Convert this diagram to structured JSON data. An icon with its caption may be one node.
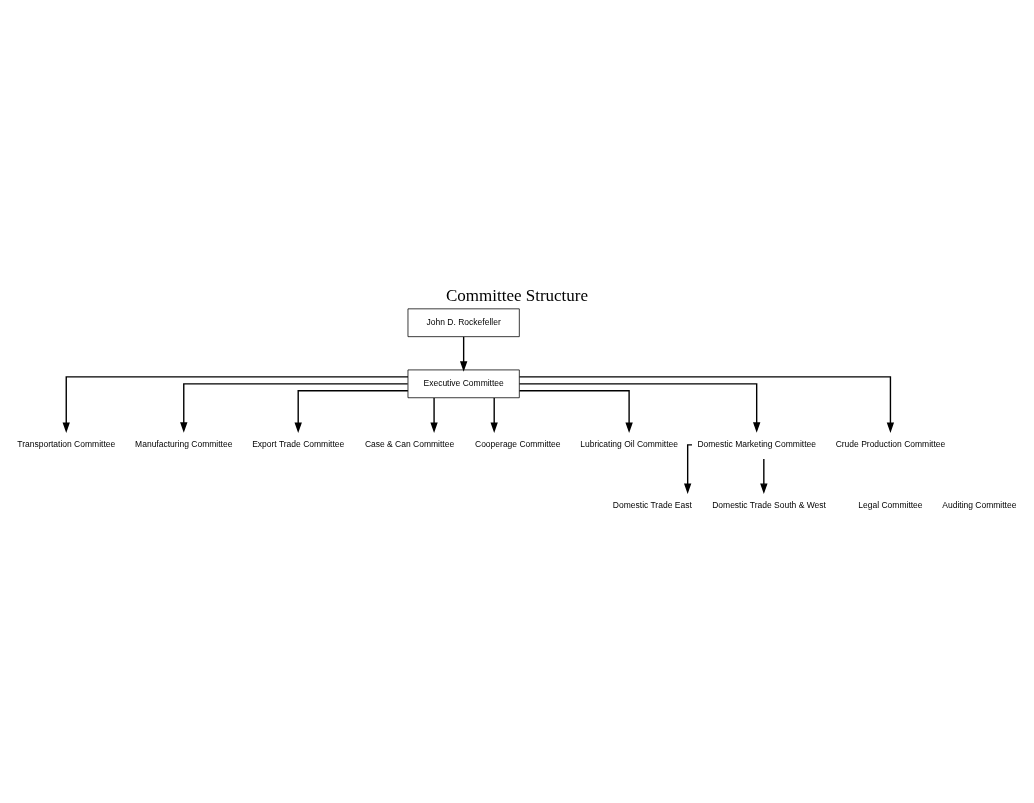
{
  "diagram": {
    "title": "Committee Structure",
    "nodes": [
      {
        "text": [
          "John D. Rockefeller"
        ]
      },
      {
        "text": [
          "Executive Committee"
        ]
      },
      {
        "text": [
          "Transportation Committee"
        ]
      },
      {
        "text": [
          "Manufacturing Committee"
        ]
      },
      {
        "text": [
          "Export Trade Committee"
        ]
      },
      {
        "text": [
          "Case & Can Committee"
        ]
      },
      {
        "text": [
          "Cooperage Committee"
        ]
      },
      {
        "text": [
          "Lubricating Oil Committee"
        ]
      },
      {
        "text": [
          "Domestic Marketing Committee"
        ]
      },
      {
        "text": [
          "Crude Production Committee"
        ]
      },
      {
        "text": [
          "Domestic Trade East"
        ]
      },
      {
        "text": [
          "Domestic Trade South & West"
        ]
      }
    ],
    "edges": [
      {
        "from": 0,
        "to": 1,
        "arrow": "to"
      },
      {
        "from": 1,
        "to": 2,
        "arrow": "to"
      },
      {
        "from": 1,
        "to": 3,
        "arrow": "to"
      },
      {
        "from": 1,
        "to": 4,
        "arrow": "to"
      },
      {
        "from": 1,
        "to": 5,
        "arrow": "to"
      },
      {
        "from": 1,
        "to": 6,
        "arrow": "to"
      },
      {
        "from": 1,
        "to": 7,
        "arrow": "to"
      },
      {
        "from": 1,
        "to": 8,
        "arrow": "to"
      },
      {
        "from": 1,
        "to": 9,
        "arrow": "to"
      },
      {
        "from": 8,
        "to": 10,
        "arrow": "to"
      },
      {
        "from": 8,
        "to": 11,
        "arrow": "to"
      }
    ],
    "labels": [
      "Legal Committee",
      "Auditing Committee"
    ]
  }
}
